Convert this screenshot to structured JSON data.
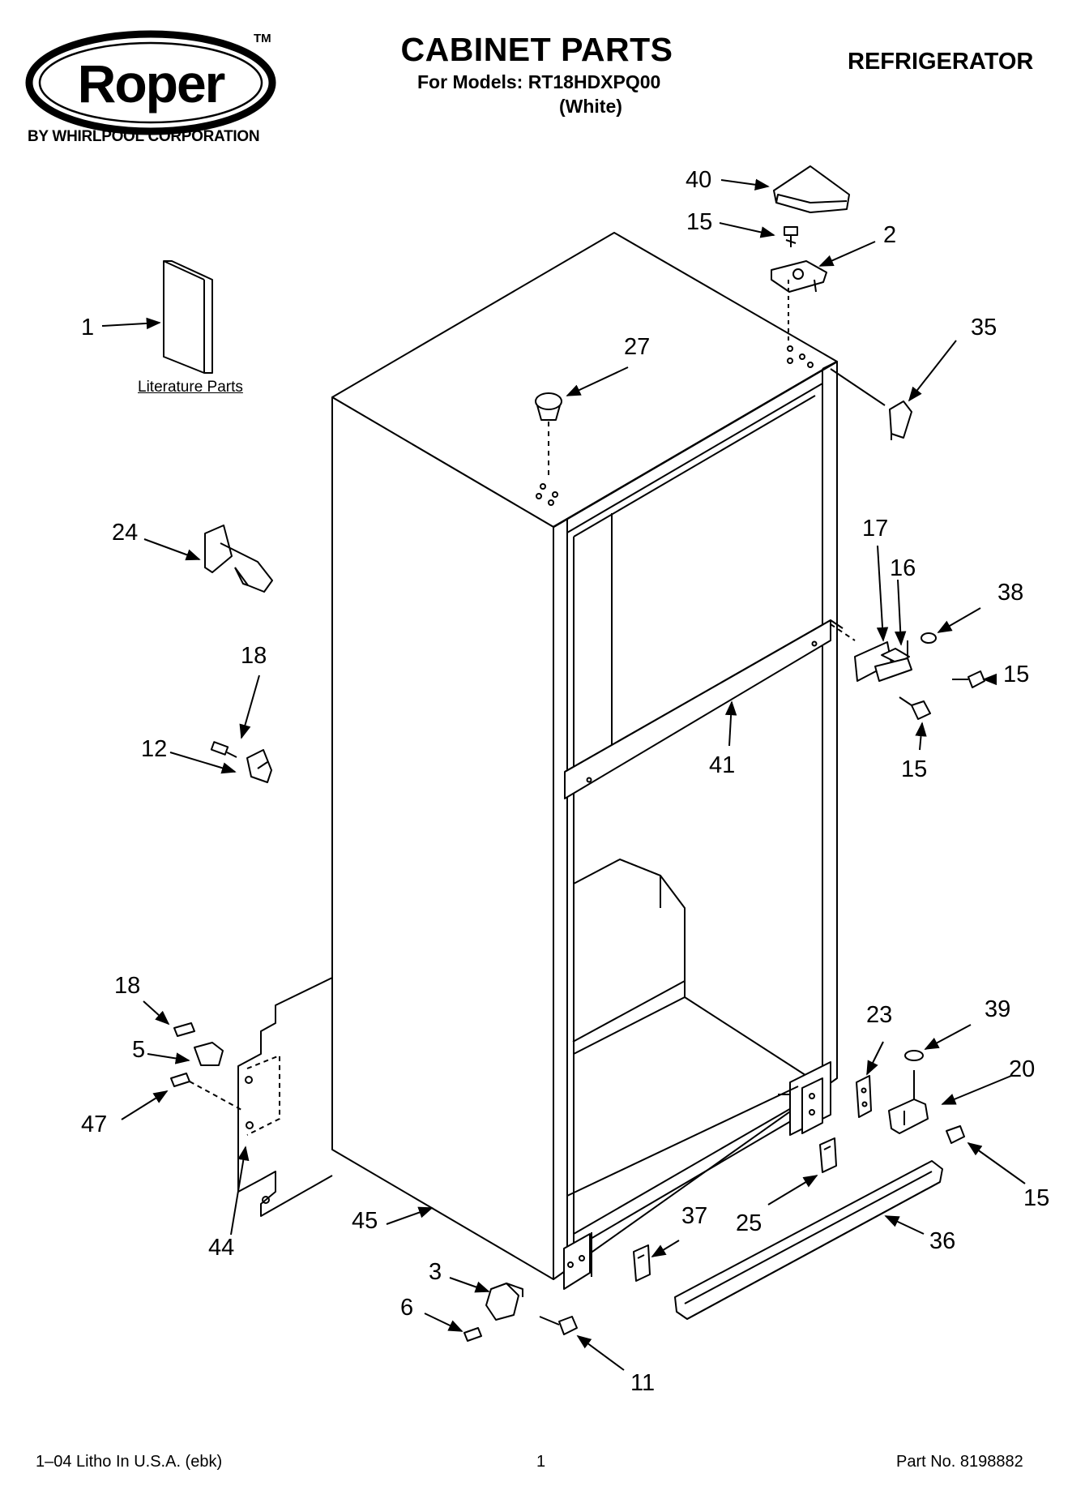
{
  "header": {
    "brand": "Roper",
    "trademark": "TM",
    "brand_subtitle": "BY WHIRLPOOL CORPORATION",
    "title": "CABINET PARTS",
    "models_line": "For Models: RT18HDXPQ00",
    "color_line": "(White)",
    "appliance": "REFRIGERATOR"
  },
  "literature_label": "Literature Parts",
  "callouts": [
    {
      "id": "c40",
      "label": "40"
    },
    {
      "id": "c15a",
      "label": "15"
    },
    {
      "id": "c2",
      "label": "2"
    },
    {
      "id": "c1",
      "label": "1"
    },
    {
      "id": "c27",
      "label": "27"
    },
    {
      "id": "c35",
      "label": "35"
    },
    {
      "id": "c24",
      "label": "24"
    },
    {
      "id": "c17",
      "label": "17"
    },
    {
      "id": "c16",
      "label": "16"
    },
    {
      "id": "c38",
      "label": "38"
    },
    {
      "id": "c15b",
      "label": "15"
    },
    {
      "id": "c18a",
      "label": "18"
    },
    {
      "id": "c12",
      "label": "12"
    },
    {
      "id": "c41",
      "label": "41"
    },
    {
      "id": "c15c",
      "label": "15"
    },
    {
      "id": "c18b",
      "label": "18"
    },
    {
      "id": "c23",
      "label": "23"
    },
    {
      "id": "c39",
      "label": "39"
    },
    {
      "id": "c5",
      "label": "5"
    },
    {
      "id": "c20",
      "label": "20"
    },
    {
      "id": "c47",
      "label": "47"
    },
    {
      "id": "c15d",
      "label": "15"
    },
    {
      "id": "c45",
      "label": "45"
    },
    {
      "id": "c37",
      "label": "37"
    },
    {
      "id": "c25",
      "label": "25"
    },
    {
      "id": "c36",
      "label": "36"
    },
    {
      "id": "c44",
      "label": "44"
    },
    {
      "id": "c3",
      "label": "3"
    },
    {
      "id": "c6",
      "label": "6"
    },
    {
      "id": "c11",
      "label": "11"
    }
  ],
  "footer": {
    "left": "1–04 Litho In U.S.A. (ebk)",
    "center": "1",
    "right": "Part No. 8198882"
  }
}
